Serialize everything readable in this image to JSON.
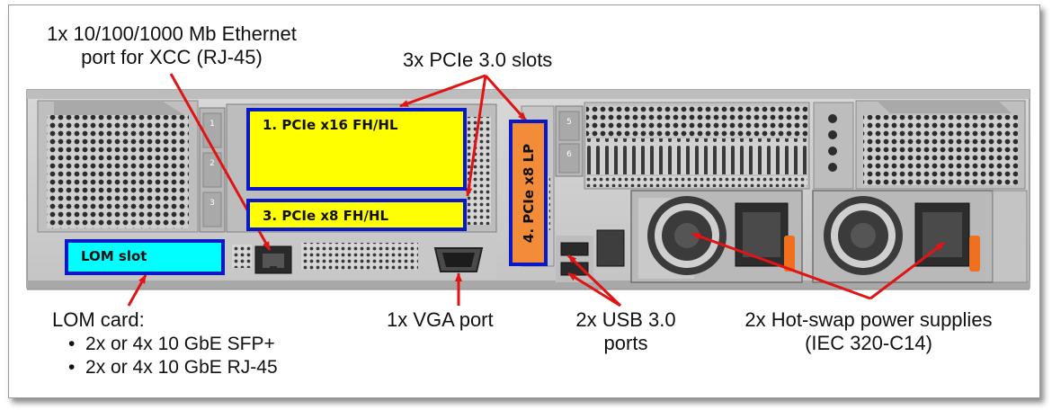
{
  "labels": {
    "ethernet": [
      "1x 10/100/1000  Mb Ethernet",
      "port for XCC (RJ-45)"
    ],
    "pcie_slots": "3x PCIe 3.0 slots",
    "lom_card": "LOM card:",
    "lom_options": [
      "2x or 4x 10 GbE SFP+",
      "2x or 4x 10 GbE RJ-45"
    ],
    "vga": "1x VGA port",
    "usb": [
      "2x USB 3.0",
      "ports"
    ],
    "psu": [
      "2x Hot-swap power supplies",
      "(IEC 320-C14)"
    ]
  },
  "boxes": {
    "pcie1": "1. PCIe x16 FH/HL",
    "pcie3": "3. PCIe x8 FH/HL",
    "pcie4": "4. PCIe x8 LP",
    "lom_slot": "LOM slot"
  },
  "bezel_marks": [
    "1",
    "2",
    "3",
    "5",
    "6"
  ],
  "colors": {
    "box_border": "#0a19c8",
    "pcie_fill": "#ffff00",
    "lp_fill": "#f28c38",
    "lom_fill": "#00ffff",
    "arrow": "#e01414",
    "latch": "#f07020"
  },
  "bullet": "•"
}
